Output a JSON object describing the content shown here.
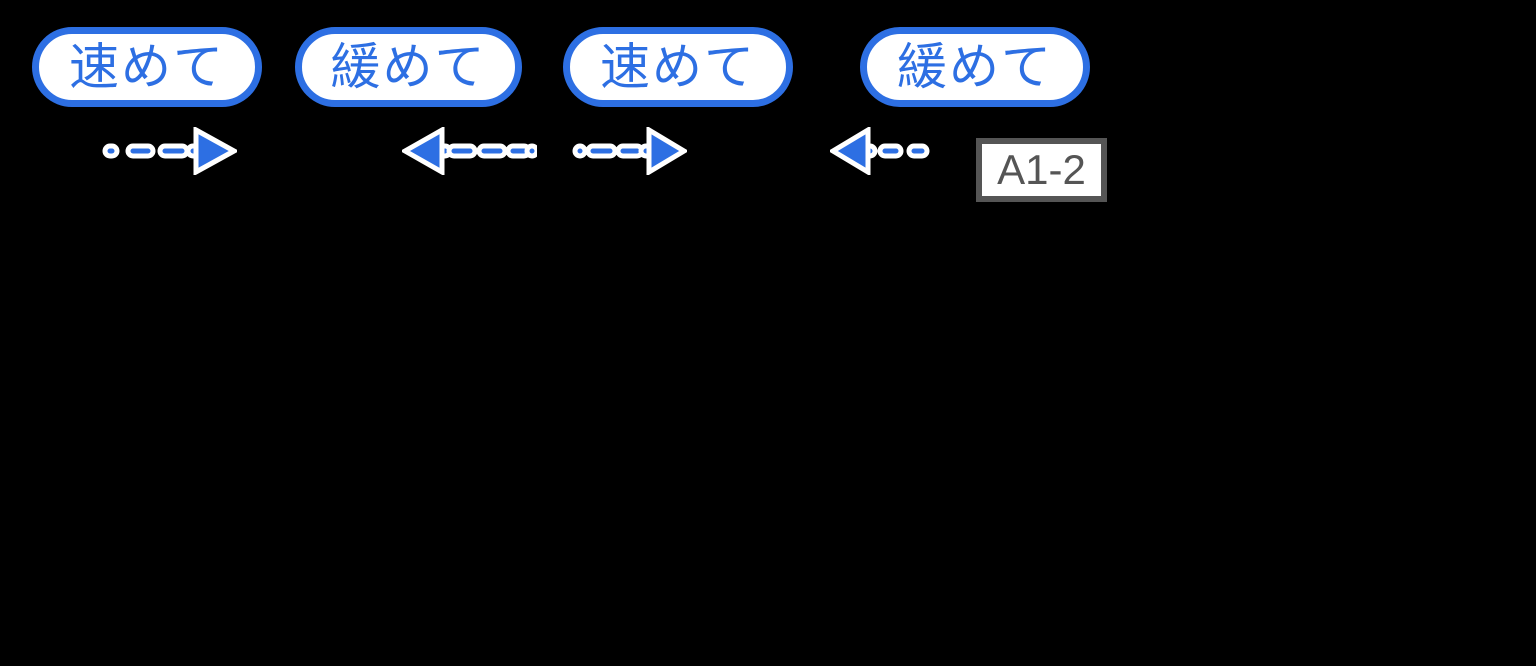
{
  "colors": {
    "background": "#000000",
    "accent_blue": "#2D6FE3",
    "label_gray": "#555555",
    "pill_fill": "#FFFFFF"
  },
  "diagram": {
    "steps": [
      {
        "label": "速めて",
        "arrow_direction": "right",
        "arrow_icon": "dashed-arrow-right-icon"
      },
      {
        "label": "緩めて",
        "arrow_direction": "left",
        "arrow_icon": "dashed-arrow-left-icon"
      },
      {
        "label": "速めて",
        "arrow_direction": "right",
        "arrow_icon": "dashed-arrow-right-icon"
      },
      {
        "label": "緩めて",
        "arrow_direction": "left",
        "arrow_icon": "dashed-arrow-left-icon"
      }
    ],
    "figure_label": "A1-2"
  }
}
